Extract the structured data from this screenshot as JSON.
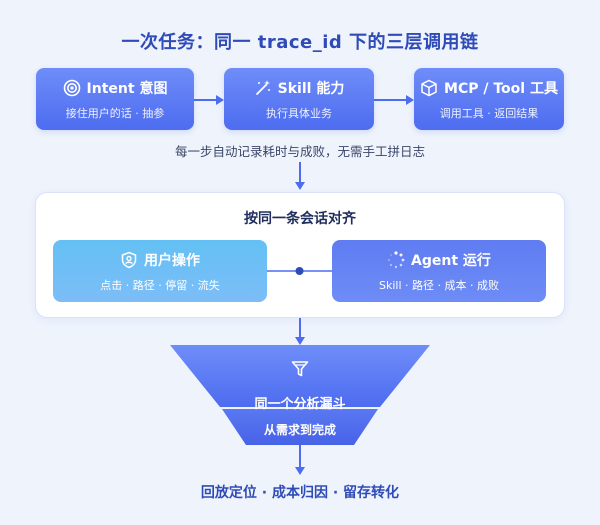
{
  "title": "一次任务：同一 trace_id 下的三层调用链",
  "layers": [
    {
      "name": "Intent 意图",
      "desc": "接住用户的话 · 抽参",
      "icon": "target-icon"
    },
    {
      "name": "Skill 能力",
      "desc": "执行具体业务",
      "icon": "magic-wand-icon"
    },
    {
      "name": "MCP / Tool 工具",
      "desc": "调用工具 · 返回结果",
      "icon": "cube-icon"
    }
  ],
  "note": "每一步自动记录耗时与成败，无需手工拼日志",
  "alignment": {
    "title": "按同一条会话对齐",
    "user_track": {
      "name": "用户操作",
      "desc": "点击 · 路径 · 停留 · 流失",
      "icon": "user-badge-icon"
    },
    "agent_track": {
      "name": "Agent 运行",
      "desc": "Skill · 路径 · 成本 · 成败",
      "icon": "spinner-icon"
    }
  },
  "funnel": {
    "top_label": "同一个分析漏斗",
    "bottom_label": "从需求到完成",
    "icon": "funnel-icon"
  },
  "footer": "回放定位 · 成本归因 · 留存转化",
  "colors": {
    "accent": "#4d6cf0",
    "title": "#2f4bb8",
    "user_track": "#63c0f4",
    "background": "#eef3fc"
  }
}
